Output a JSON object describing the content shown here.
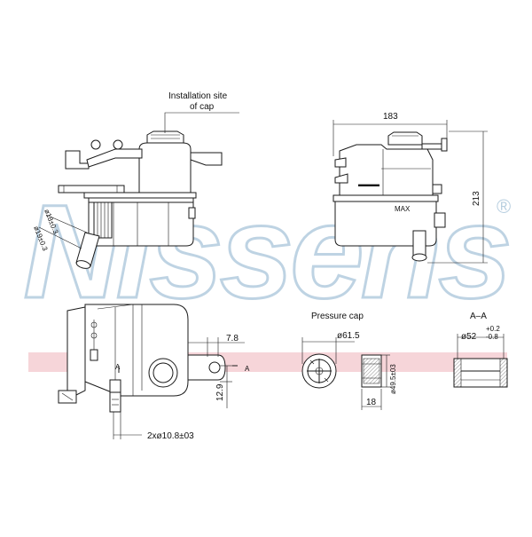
{
  "watermark": {
    "text": "Nissens",
    "registered_mark": "®",
    "letter_color": "#b8cfe0",
    "stripe_color": "#f3c7cc"
  },
  "labels": {
    "installation_site": "Installation site",
    "of_cap": "of cap",
    "pressure_cap": "Pressure cap",
    "section_aa": "A–A",
    "section_marker": "A"
  },
  "dimensions": {
    "width_183": "183",
    "height_213": "213",
    "d18": "ø18±0.3",
    "d19": "ø19±0.3",
    "d7_8": "7.8",
    "d12_9": "12.9",
    "d2x10_8": "2xø10.8±03",
    "d61_5": "ø61.5",
    "d49_5": "ø49.5±03",
    "d18_width": "18",
    "d52": "ø52",
    "tol_plus": "+0.2",
    "tol_minus": "-0.8"
  },
  "colors": {
    "line": "#1a1a1a",
    "background": "#ffffff"
  }
}
